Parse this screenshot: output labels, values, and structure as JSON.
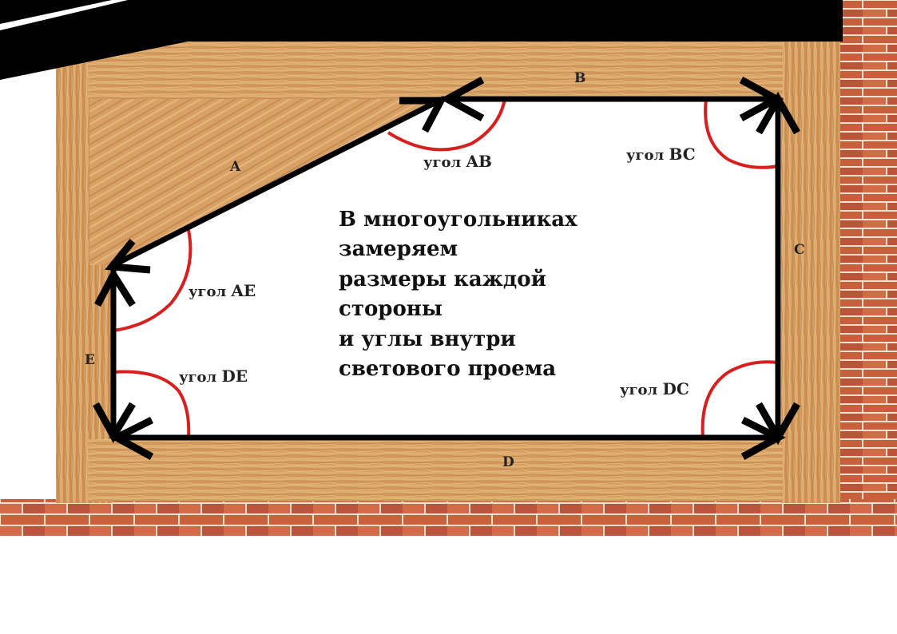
{
  "diagram": {
    "sides": {
      "a": "A",
      "b": "B",
      "c": "C",
      "d": "D",
      "e": "E"
    },
    "angles": {
      "ab": {
        "prefix": "угол",
        "name": "AB"
      },
      "bc": {
        "prefix": "угол",
        "name": "BC"
      },
      "ae": {
        "prefix": "угол",
        "name": "AE"
      },
      "de": {
        "prefix": "угол",
        "name": "DE"
      },
      "dc": {
        "prefix": "угол",
        "name": "DC"
      }
    },
    "caption": [
      "В многоугольниках",
      "замеряем",
      "размеры каждой",
      "стороны",
      "и углы внутри",
      "светового проема"
    ]
  },
  "colors": {
    "wood_light": "#d9a76a",
    "wood_dark": "#b7793f",
    "brick": "#c8603f",
    "mortar": "#f0e0d0",
    "roof": "#000000",
    "outline": "#000000",
    "angle_arc": "#d81f1f",
    "opening": "#ffffff"
  }
}
